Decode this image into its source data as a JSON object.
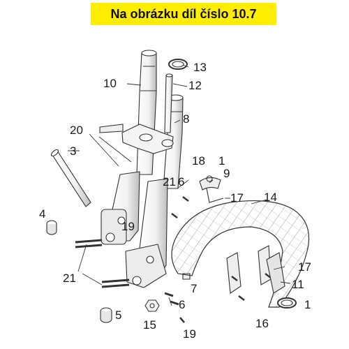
{
  "banner": {
    "text": "Na obrázku díl číslo 10.7",
    "background": "#ffee00"
  },
  "callouts": [
    {
      "id": "c10",
      "label": "10"
    },
    {
      "id": "c13",
      "label": "13"
    },
    {
      "id": "c12",
      "label": "12"
    },
    {
      "id": "c8",
      "label": "8"
    },
    {
      "id": "c20",
      "label": "20"
    },
    {
      "id": "c3",
      "label": "3"
    },
    {
      "id": "c18",
      "label": "18"
    },
    {
      "id": "c1a",
      "label": "1"
    },
    {
      "id": "c21a",
      "label": "21"
    },
    {
      "id": "c16a",
      "label": "6"
    },
    {
      "id": "c9",
      "label": "9"
    },
    {
      "id": "c14",
      "label": "14"
    },
    {
      "id": "c17a",
      "label": "17"
    },
    {
      "id": "c4",
      "label": "4"
    },
    {
      "id": "c19a",
      "label": "19"
    },
    {
      "id": "c21b",
      "label": "21"
    },
    {
      "id": "c7",
      "label": "7"
    },
    {
      "id": "c17b",
      "label": "17"
    },
    {
      "id": "c11",
      "label": "11"
    },
    {
      "id": "c1b",
      "label": "1"
    },
    {
      "id": "c6",
      "label": "6"
    },
    {
      "id": "c5",
      "label": "5"
    },
    {
      "id": "c15",
      "label": "15"
    },
    {
      "id": "c16b",
      "label": "16"
    },
    {
      "id": "c19b",
      "label": "19"
    }
  ],
  "colors": {
    "line": "#333333",
    "part_fill": "#ffffff",
    "part_shade": "#d9d9d9",
    "fender_hatch": "#8a8a8a"
  }
}
